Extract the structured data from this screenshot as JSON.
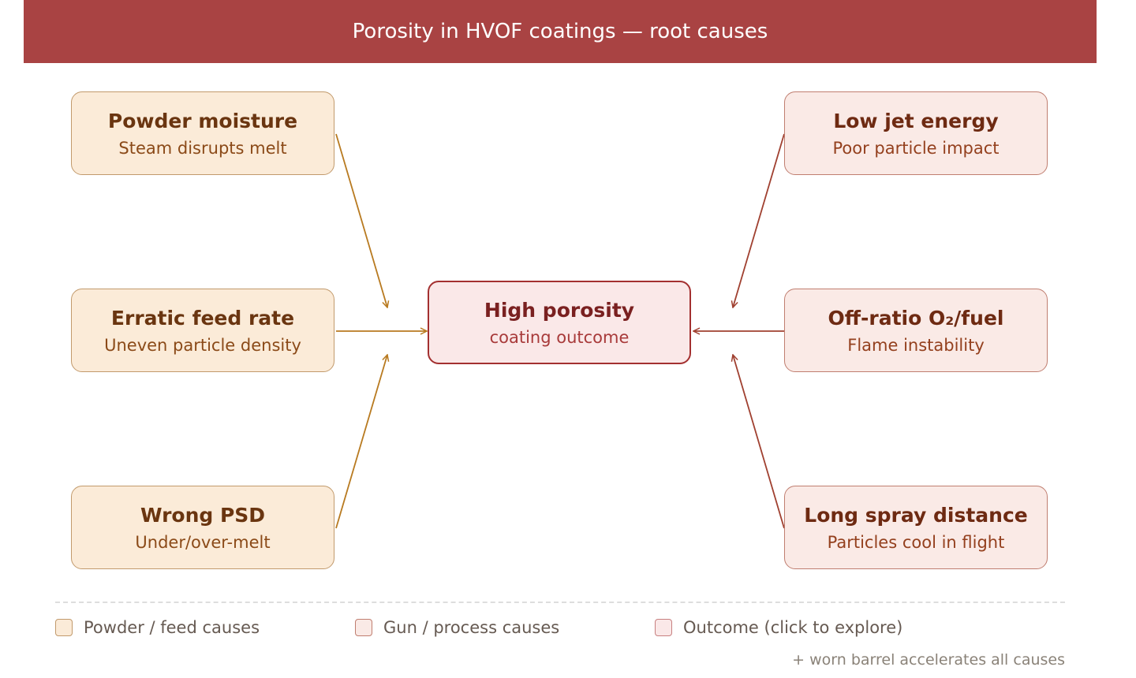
{
  "title": "Porosity in HVOF coatings — root causes",
  "center": {
    "title": "High porosity",
    "subtitle": "coating outcome"
  },
  "powder_causes": [
    {
      "title": "Powder moisture",
      "subtitle": "Steam disrupts melt"
    },
    {
      "title": "Erratic feed rate",
      "subtitle": "Uneven particle density"
    },
    {
      "title": "Wrong PSD",
      "subtitle": "Under/over-melt"
    }
  ],
  "gun_causes": [
    {
      "title": "Low jet energy",
      "subtitle": "Poor particle impact"
    },
    {
      "title": "Off-ratio O₂/fuel",
      "subtitle": "Flame instability"
    },
    {
      "title": "Long spray distance",
      "subtitle": "Particles cool in flight"
    }
  ],
  "legend": [
    {
      "label": "Powder / feed causes",
      "fill": "#fbebd8",
      "border": "#c29a6c"
    },
    {
      "label": "Gun / process causes",
      "fill": "#faeae6",
      "border": "#c07e70"
    },
    {
      "label": "Outcome (click to explore)",
      "fill": "#fae8e8",
      "border": "#c88080"
    }
  ],
  "note": "+ worn barrel accelerates all causes",
  "colors": {
    "header": "#a94343",
    "powder_arrow": "#b87a20",
    "gun_arrow": "#a04030"
  }
}
